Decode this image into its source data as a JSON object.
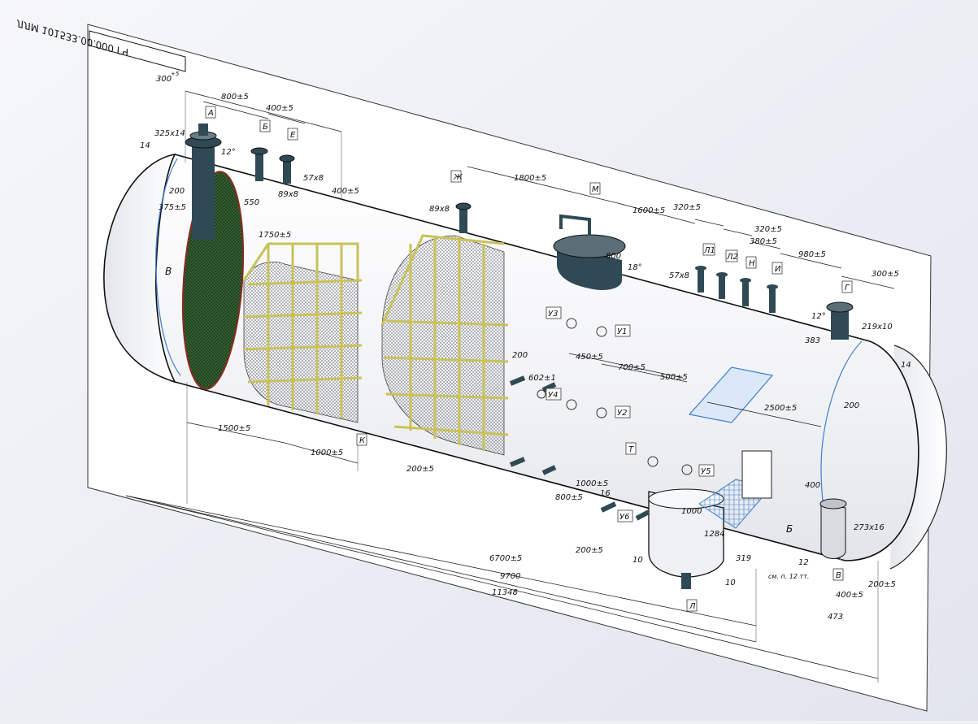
{
  "stamp": "ЛЛМ 101533.00.000 ГЧ",
  "dims": {
    "d300": "300",
    "d300sup": "+5",
    "d800": "800±5",
    "d400a": "400±5",
    "d325": "325x14",
    "d14a": "14",
    "d12a": "12°",
    "d57a": "57x8",
    "d200a": "200",
    "d375": "375±5",
    "d550": "550",
    "d89a": "89x8",
    "d400b": "400±5",
    "d1750": "1750±5",
    "d1800": "1800±5",
    "d89b": "89x8",
    "d1600": "1600±5",
    "d320a": "320±5",
    "d320b": "320±5",
    "d380": "380±5",
    "d980": "980±5",
    "d300b": "300±5",
    "d57b": "57x8",
    "d18": "18°",
    "d800b": "800",
    "d12b": "12°",
    "d219": "219x10",
    "d383": "383",
    "d14b": "14",
    "d200b": "200",
    "d450": "450±5",
    "d700": "700±5",
    "d500": "500±5",
    "d602": "602±1",
    "d200c": "200",
    "d2500": "2500±5",
    "d1500": "1500±5",
    "d1000": "1000±5",
    "d200d": "200±5",
    "d800c": "800±5",
    "d1000b": "1000±5",
    "d16": "16",
    "d1000c": "1000",
    "d1284": "1284",
    "d319": "319",
    "d200e": "200±5",
    "d10a": "10",
    "d10b": "10",
    "d273": "273x16",
    "d400c": "400",
    "d12c": "12",
    "d400d": "400±5",
    "d200f": "200±5",
    "d473": "473",
    "d6700": "6700±5",
    "d9700": "9700",
    "d11348": "11348",
    "note": "см. п. 12 тт."
  },
  "labels": {
    "A": "А",
    "B": "Б",
    "E": "Е",
    "Zh": "Ж",
    "M": "М",
    "L1": "Л1",
    "L2": "Л2",
    "N": "Н",
    "I": "И",
    "G": "Г",
    "V1": "В",
    "K": "К",
    "T": "Т",
    "U1": "У1",
    "U2": "У2",
    "U3": "У3",
    "U4": "У4",
    "U5": "У5",
    "U6": "У6",
    "L": "Л",
    "B2": "Б",
    "V2": "В"
  },
  "colors": {
    "shell": "#f4f5f7",
    "outline": "#111111",
    "nozzle": "#2f4a55",
    "frame": "#c9c25a",
    "mesh": "#3a3f46",
    "headRim": "#8a2a20",
    "headMesh": "#2c4a2a",
    "accentBlue": "#3b7fd0"
  }
}
